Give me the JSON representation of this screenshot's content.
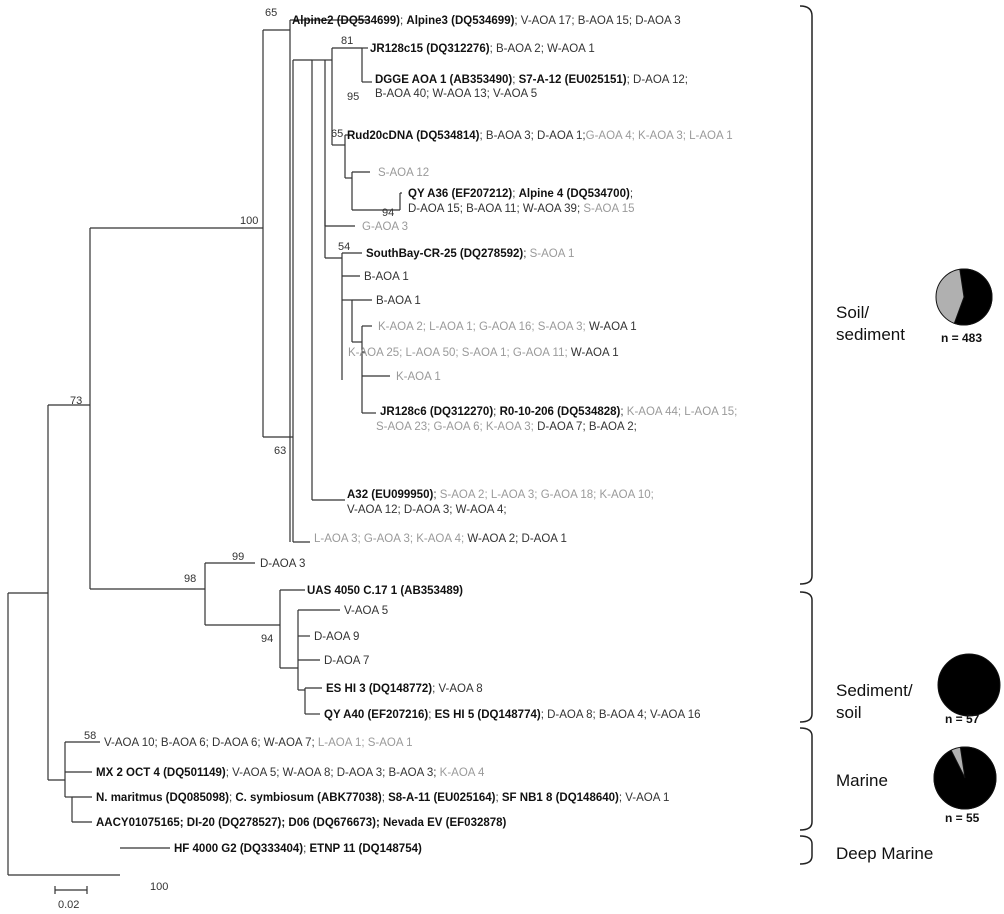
{
  "bootstrap": [
    "65",
    "81",
    "95",
    "65",
    "94",
    "100",
    "54",
    "63",
    "73",
    "99",
    "98",
    "94",
    "58",
    "100"
  ],
  "leaves": [
    [
      [
        "b",
        "Alpine2 (DQ534699)"
      ],
      [
        "n",
        "; "
      ],
      [
        "b",
        "Alpine3 (DQ534699)"
      ],
      [
        "n",
        "; V-AOA 17; B-AOA 15; D-AOA 3"
      ]
    ],
    [
      [
        "b",
        "JR128c15 (DQ312276)"
      ],
      [
        "n",
        "; B-AOA 2; W-AOA 1"
      ]
    ],
    [
      [
        "b",
        "DGGE AOA 1 (AB353490)"
      ],
      [
        "n",
        "; "
      ],
      [
        "b",
        "S7-A-12 (EU025151)"
      ],
      [
        "n",
        "; D-AOA 12;"
      ]
    ],
    [
      [
        "n",
        "B-AOA 40; W-AOA 13; V-AOA 5"
      ]
    ],
    [
      [
        "b",
        "Rud20cDNA (DQ534814)"
      ],
      [
        "n",
        "; B-AOA 3; D-AOA 1;"
      ],
      [
        "g",
        "G-AOA 4; K-AOA 3; L-AOA 1"
      ]
    ],
    [
      [
        "g",
        "S-AOA 12"
      ]
    ],
    [
      [
        "b",
        "QY A36 (EF207212)"
      ],
      [
        "n",
        "; "
      ],
      [
        "b",
        "Alpine 4 (DQ534700)"
      ],
      [
        "n",
        ";"
      ]
    ],
    [
      [
        "n",
        "D-AOA 15; B-AOA 11; W-AOA 39; "
      ],
      [
        "g",
        "S-AOA 15"
      ]
    ],
    [
      [
        "g",
        "G-AOA 3"
      ]
    ],
    [
      [
        "b",
        "SouthBay-CR-25 (DQ278592)"
      ],
      [
        "n",
        "; "
      ],
      [
        "g",
        "S-AOA 1"
      ]
    ],
    [
      [
        "n",
        "B-AOA 1"
      ]
    ],
    [
      [
        "n",
        "B-AOA 1"
      ]
    ],
    [
      [
        "g",
        "K-AOA 2; L-AOA 1; G-AOA 16; S-AOA 3; "
      ],
      [
        "n",
        "W-AOA 1"
      ]
    ],
    [
      [
        "g",
        "K-AOA 25; L-AOA 50; S-AOA 1; G-AOA 11; "
      ],
      [
        "n",
        "W-AOA 1"
      ]
    ],
    [
      [
        "g",
        "K-AOA 1"
      ]
    ],
    [
      [
        "b",
        "JR128c6 (DQ312270)"
      ],
      [
        "n",
        "; "
      ],
      [
        "b",
        "R0-10-206 (DQ534828)"
      ],
      [
        "n",
        "; "
      ],
      [
        "g",
        "K-AOA 44; L-AOA 15;"
      ]
    ],
    [
      [
        "g",
        "S-AOA 23; G-AOA 6; K-AOA 3; "
      ],
      [
        "n",
        "D-AOA 7; B-AOA 2;"
      ]
    ],
    [
      [
        "b",
        "A32 (EU099950)"
      ],
      [
        "n",
        "; "
      ],
      [
        "g",
        "S-AOA 2; L-AOA 3; G-AOA 18; K-AOA 10;"
      ]
    ],
    [
      [
        "n",
        "V-AOA 12; D-AOA 3; W-AOA 4;"
      ]
    ],
    [
      [
        "g",
        "L-AOA 3; G-AOA 3; K-AOA 4; "
      ],
      [
        "n",
        "W-AOA 2; D-AOA 1"
      ]
    ],
    [
      [
        "n",
        "D-AOA 3"
      ]
    ],
    [
      [
        "b",
        "UAS 4050 C.17 1 (AB353489)"
      ]
    ],
    [
      [
        "n",
        "V-AOA 5"
      ]
    ],
    [
      [
        "n",
        "D-AOA 9"
      ]
    ],
    [
      [
        "n",
        "D-AOA 7"
      ]
    ],
    [
      [
        "b",
        "ES HI 3 (DQ148772)"
      ],
      [
        "n",
        "; V-AOA 8"
      ]
    ],
    [
      [
        "b",
        "QY A40 (EF207216)"
      ],
      [
        "n",
        "; "
      ],
      [
        "b",
        "ES HI 5 (DQ148774)"
      ],
      [
        "n",
        "; D-AOA 8; B-AOA 4; V-AOA 16"
      ]
    ],
    [
      [
        "n",
        "V-AOA 10; B-AOA 6; D-AOA 6; W-AOA 7; "
      ],
      [
        "g",
        "L-AOA 1; S-AOA 1"
      ]
    ],
    [
      [
        "b",
        "MX 2 OCT 4 (DQ501149)"
      ],
      [
        "n",
        "; V-AOA 5; W-AOA 8; D-AOA 3; B-AOA 3; "
      ],
      [
        "g",
        "K-AOA 4"
      ]
    ],
    [
      [
        "b",
        "N. maritmus (DQ085098)"
      ],
      [
        "n",
        "; "
      ],
      [
        "b",
        "C. symbiosum (ABK77038)"
      ],
      [
        "n",
        "; "
      ],
      [
        "b",
        "S8-A-11 (EU025164)"
      ],
      [
        "n",
        "; "
      ],
      [
        "b",
        "SF NB1 8 (DQ148640)"
      ],
      [
        "n",
        "; V-AOA 1"
      ]
    ],
    [
      [
        "b",
        "AACY01075165; DI-20 (DQ278527); D06 (DQ676673); Nevada EV (EF032878)"
      ]
    ],
    [
      [
        "b",
        "HF 4000 G2 (DQ333404)"
      ],
      [
        "n",
        "; "
      ],
      [
        "b",
        "ETNP 11 (DQ148754)"
      ]
    ]
  ],
  "groups": [
    {
      "label": [
        "Soil/",
        "sediment"
      ],
      "count": "n = 483",
      "black_fraction": 0.58
    },
    {
      "label": [
        "Sediment/",
        "soil"
      ],
      "count": "n = 57",
      "black_fraction": 1.0
    },
    {
      "label": [
        "Marine"
      ],
      "count": "n = 55",
      "black_fraction": 0.95
    },
    {
      "label": [
        "Deep Marine"
      ],
      "count": "",
      "black_fraction": null
    }
  ],
  "colors": {
    "pie_black": "#000000",
    "pie_grey": "#b0b0b0"
  },
  "scale_bar": {
    "label": "0.02"
  }
}
